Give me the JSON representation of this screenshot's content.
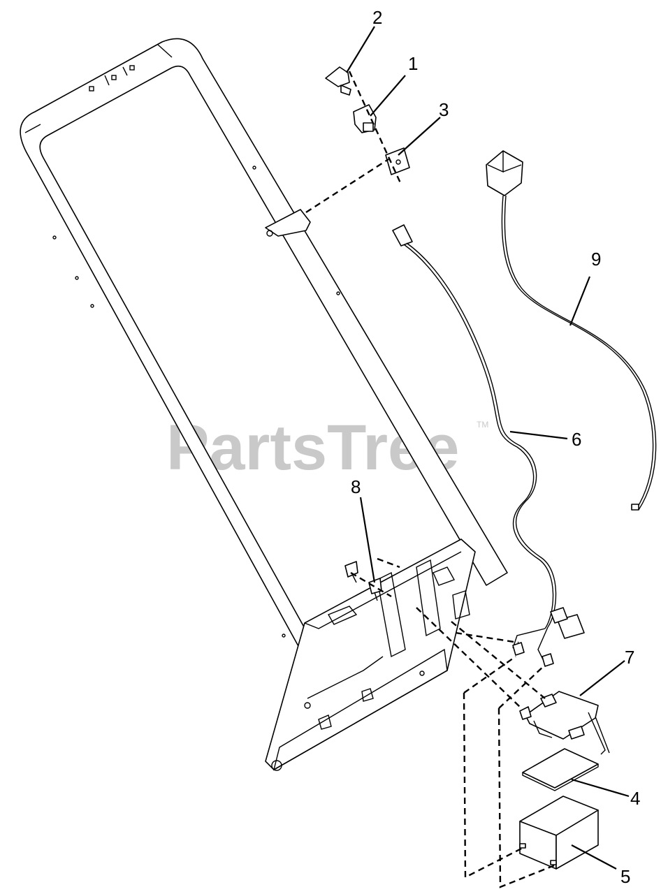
{
  "watermark": {
    "text": "PartsTree",
    "trademark": "TM"
  },
  "callouts": [
    {
      "id": "callout-2",
      "label": "2"
    },
    {
      "id": "callout-1",
      "label": "1"
    },
    {
      "id": "callout-3",
      "label": "3"
    },
    {
      "id": "callout-9",
      "label": "9"
    },
    {
      "id": "callout-6",
      "label": "6"
    },
    {
      "id": "callout-8",
      "label": "8"
    },
    {
      "id": "callout-7",
      "label": "7"
    },
    {
      "id": "callout-4",
      "label": "4"
    },
    {
      "id": "callout-5",
      "label": "5"
    }
  ]
}
